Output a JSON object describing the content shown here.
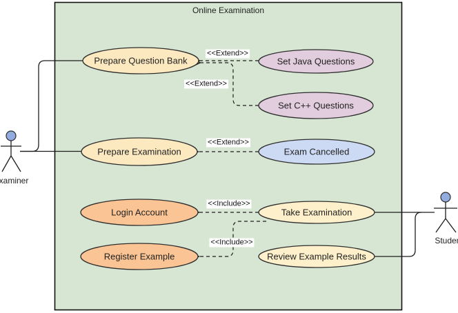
{
  "diagram": {
    "system_boundary": {
      "title": "Online Examination",
      "fill": "#d7e6d3",
      "border_color": "#111111"
    },
    "actors": [
      {
        "name": "Examiner",
        "head_color": "#93acdf"
      },
      {
        "name": "Student",
        "head_color": "#93acdf"
      }
    ],
    "use_cases": [
      {
        "label": "Prepare Question Bank",
        "fill": "#fce9c0"
      },
      {
        "label": "Set Java Questions",
        "fill": "#e2cdde"
      },
      {
        "label": "Set C++ Questions",
        "fill": "#e2cdde"
      },
      {
        "label": "Prepare Examination",
        "fill": "#fce9c0"
      },
      {
        "label": "Exam Cancelled",
        "fill": "#ccdaf3"
      },
      {
        "label": "Login Account",
        "fill": "#fac494"
      },
      {
        "label": "Take Examination",
        "fill": "#fdf0cb"
      },
      {
        "label": "Register Example",
        "fill": "#fac494"
      },
      {
        "label": "Review Example Results",
        "fill": "#fdf0cb"
      }
    ],
    "relationships": [
      {
        "label": "<<Extend>>",
        "from": "Set Java Questions",
        "to": "Prepare Question Bank"
      },
      {
        "label": "<<Extend>>",
        "from": "Set C++ Questions",
        "to": "Prepare Question Bank"
      },
      {
        "label": "<<Extend>>",
        "from": "Exam Cancelled",
        "to": "Prepare Examination"
      },
      {
        "label": "<<Include>>",
        "from": "Take Examination",
        "to": "Login Account"
      },
      {
        "label": "<<Include>>",
        "from": "Take Examination",
        "to": "Register Example"
      }
    ]
  }
}
